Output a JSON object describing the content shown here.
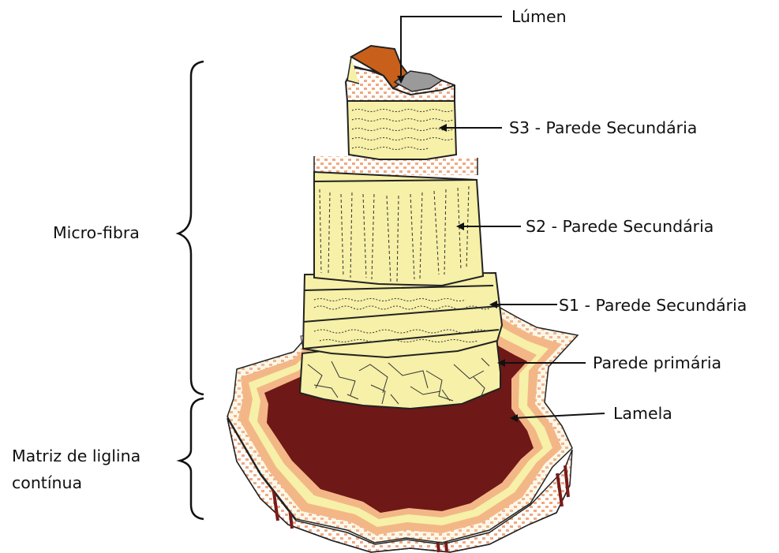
{
  "labels": {
    "lumen": "Lúmen",
    "s3": "S3 - Parede Secundária",
    "s2": "S2 - Parede Secundária",
    "s1_prefix": "S1",
    "s1_rest": " - Parede Secundária",
    "primary": "Parede primária",
    "lamela": "Lamela",
    "microfibra": "Micro-fibra",
    "matriz_line1": "Matriz de liglina",
    "matriz_line2": "contínua"
  },
  "colors": {
    "lumen_fill": "#c8601c",
    "wall_yellow": "#f6f0a8",
    "salmon_band": "#f3b787",
    "lamella": "#6e1818",
    "pattern_dots": "#f0a980",
    "outline": "#111111"
  }
}
